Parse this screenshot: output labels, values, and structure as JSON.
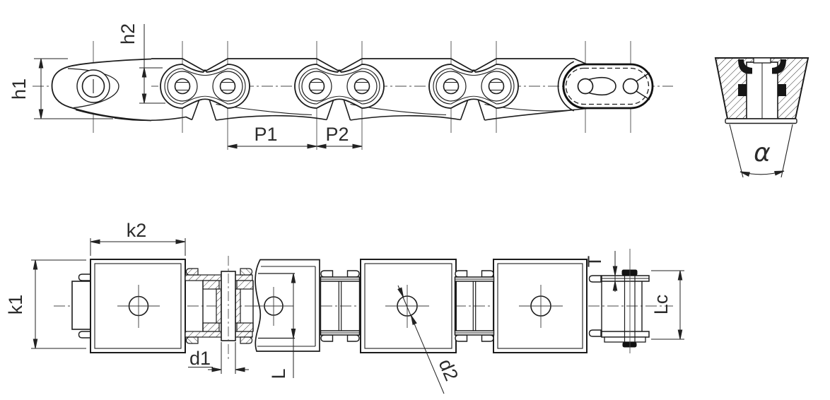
{
  "drawing": {
    "labels": {
      "h1": "h1",
      "h2": "h2",
      "p1": "P1",
      "p2": "P2",
      "alpha": "α",
      "k1": "k1",
      "k2": "k2",
      "d1": "d1",
      "l": "L",
      "d2": "d2",
      "t": "T",
      "lc": "Lc"
    },
    "colors": {
      "line": "#1c1c1c",
      "centerline": "#4a4a4a",
      "background": "#ffffff"
    }
  }
}
